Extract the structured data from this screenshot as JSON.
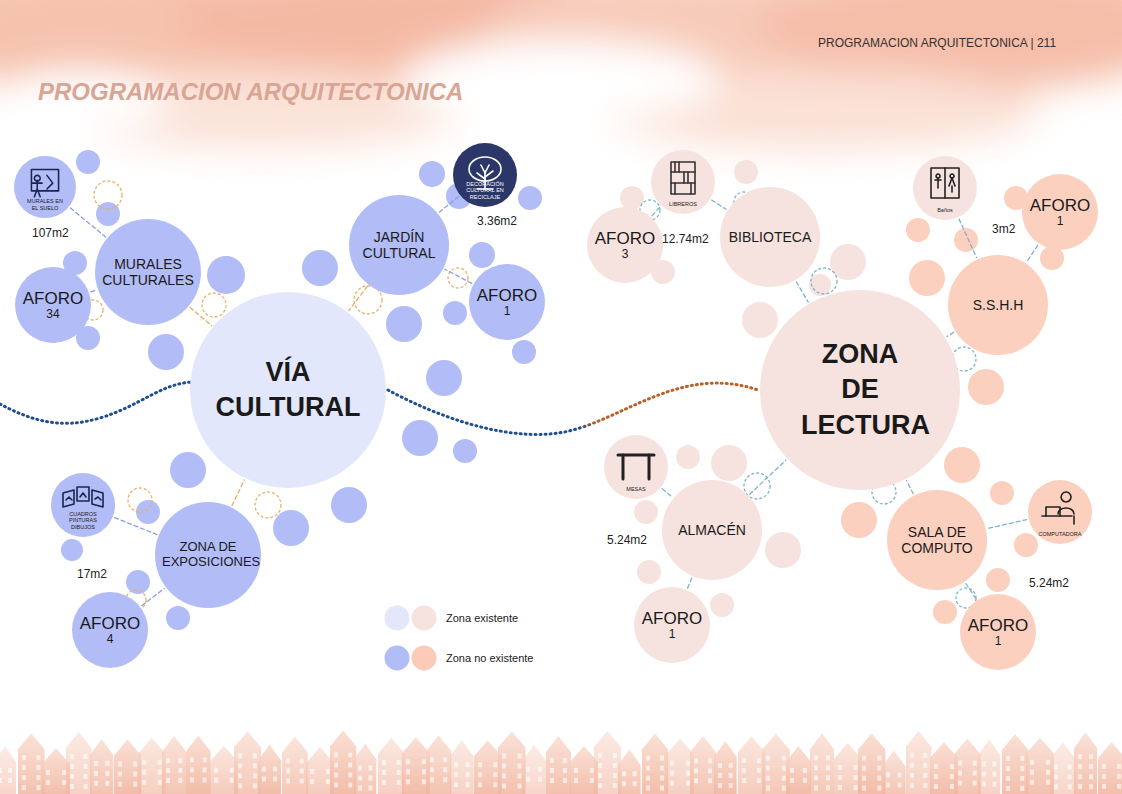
{
  "diagram": {
    "title": "PROGRAMACION ARQUITECTONICA",
    "nodes": [
      {
        "text": [
          "MURALES CULTURALES"
        ]
      },
      {
        "text": [
          "MURALES EN EL SUELO"
        ]
      },
      {
        "text": [
          "AFORO",
          "34"
        ]
      },
      {
        "text": [
          "JARDÍN CULTURAL"
        ]
      },
      {
        "text": [
          "DECORACIÓN CULTURAL EN RECICLAJE"
        ]
      },
      {
        "text": [
          "AFORO",
          "1"
        ]
      },
      {
        "text": [
          "VÍA CULTURAL"
        ]
      },
      {
        "text": [
          "BIBLIOTECA"
        ]
      },
      {
        "text": [
          "LIBREROS"
        ]
      },
      {
        "text": [
          "AFORO",
          "3"
        ]
      },
      {
        "text": [
          "Baños"
        ]
      },
      {
        "text": [
          "AFORO",
          "1"
        ]
      },
      {
        "text": [
          "S.S.H.H"
        ]
      },
      {
        "text": [
          "ZONA DE LECTURA"
        ]
      },
      {
        "text": [
          "MESAS"
        ]
      },
      {
        "text": [
          "ALMACÉN"
        ]
      },
      {
        "text": [
          "AFORO",
          "1"
        ]
      },
      {
        "text": [
          "CUADROS PINTURAS DIBUJOS"
        ]
      },
      {
        "text": [
          "ZONA DE EXPOSICIONES"
        ]
      },
      {
        "text": [
          "AFORO",
          "4"
        ]
      },
      {
        "text": [
          "SALA DE COMPUTO"
        ]
      },
      {
        "text": [
          "COMPUTADORA"
        ]
      },
      {
        "text": [
          "AFORO",
          "1"
        ]
      }
    ],
    "edges": [
      {
        "from": 6,
        "to": 13,
        "arrow": "none"
      },
      {
        "from": 0,
        "to": 6,
        "arrow": "none"
      },
      {
        "from": 3,
        "to": 6,
        "arrow": "none"
      },
      {
        "from": 18,
        "to": 6,
        "arrow": "none"
      },
      {
        "from": 7,
        "to": 13,
        "arrow": "none"
      },
      {
        "from": 12,
        "to": 13,
        "arrow": "none"
      },
      {
        "from": 15,
        "to": 13,
        "arrow": "none"
      },
      {
        "from": 20,
        "to": 13,
        "arrow": "none"
      },
      {
        "from": 1,
        "to": 0,
        "arrow": "none"
      },
      {
        "from": 2,
        "to": 0,
        "arrow": "none"
      },
      {
        "from": 4,
        "to": 3,
        "arrow": "none"
      },
      {
        "from": 5,
        "to": 3,
        "arrow": "none"
      },
      {
        "from": 8,
        "to": 7,
        "arrow": "none"
      },
      {
        "from": 9,
        "to": 8,
        "arrow": "none"
      },
      {
        "from": 10,
        "to": 12,
        "arrow": "none"
      },
      {
        "from": 11,
        "to": 12,
        "arrow": "none"
      },
      {
        "from": 14,
        "to": 15,
        "arrow": "none"
      },
      {
        "from": 16,
        "to": 15,
        "arrow": "none"
      },
      {
        "from": 17,
        "to": 18,
        "arrow": "none"
      },
      {
        "from": 19,
        "to": 18,
        "arrow": "none"
      },
      {
        "from": 21,
        "to": 20,
        "arrow": "none"
      },
      {
        "from": 22,
        "to": 20,
        "arrow": "none"
      }
    ],
    "labels": [
      "PROGRAMACION ARQUITECTONICA | 211",
      "107m2",
      "3.36m2",
      "12.74m2",
      "3m2",
      "5.24m2",
      "17m2",
      "5.24m2"
    ],
    "legend": [
      {
        "text": "Zona existente",
        "color": "#e3e7fb"
      },
      {
        "text": "Zona no existente",
        "color": "#b2bcf6"
      }
    ]
  }
}
